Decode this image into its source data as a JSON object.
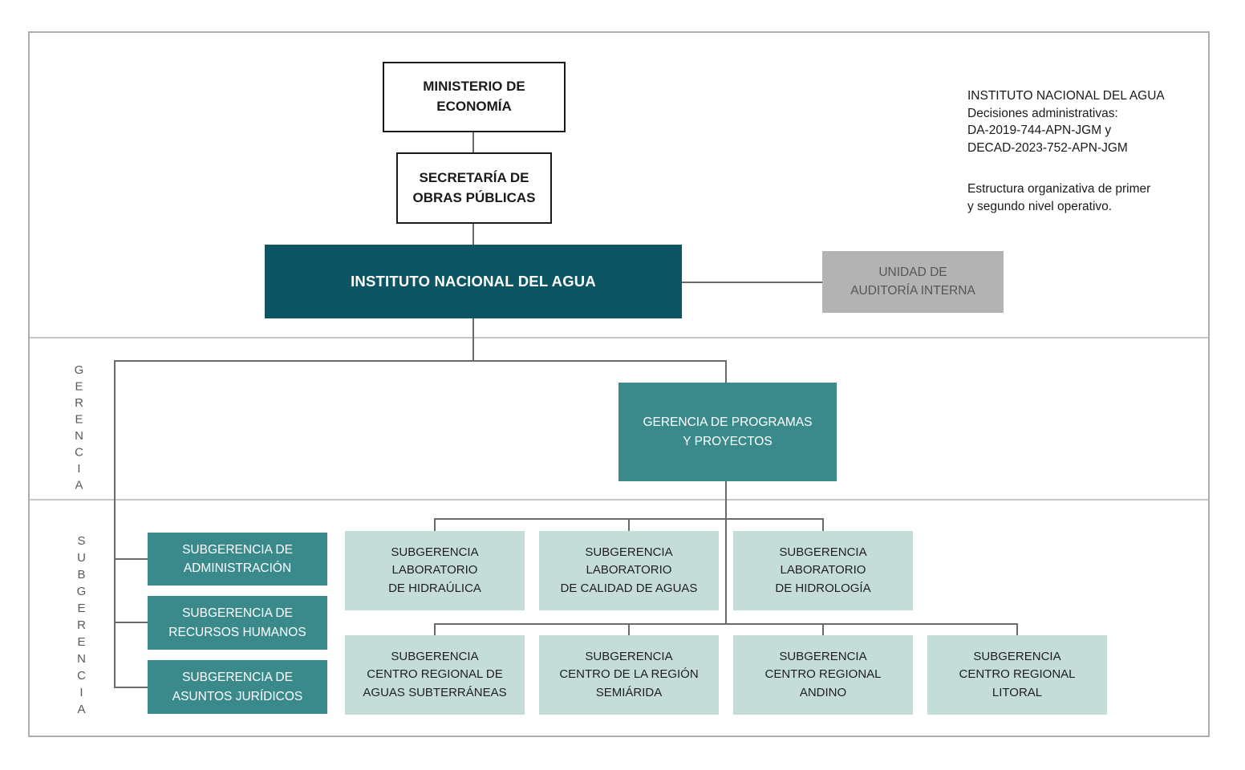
{
  "annotation": {
    "paragraph1": "INSTITUTO NACIONAL DEL AGUA\nDecisiones administrativas:\nDA-2019-744-APN-JGM y\nDECAD-2023-752-APN-JGM",
    "paragraph2": "Estructura organizativa de primer\ny segundo nivel operativo."
  },
  "band_labels": {
    "gerencia": "GERENCIA",
    "subgerencia": "SUBGERENCIA"
  },
  "nodes": {
    "ministerio": "MINISTERIO DE\nECONOMÍA",
    "secretaria": "SECRETARÍA DE\nOBRAS PÚBLICAS",
    "ina": "INSTITUTO NACIONAL DEL AGUA",
    "auditoria": "UNIDAD DE\nAUDITORÍA INTERNA",
    "gerencia_programas": "GERENCIA DE PROGRAMAS\nY PROYECTOS",
    "sub_administracion": "SUBGERENCIA DE\nADMINISTRACIÓN",
    "sub_recursos_humanos": "SUBGERENCIA DE\nRECURSOS HUMANOS",
    "sub_asuntos_juridicos": "SUBGERENCIA DE\nASUNTOS JURÍDICOS",
    "lab_hidraulica": "SUBGERENCIA\nLABORATORIO\nDE HIDRAÚLICA",
    "lab_calidad_aguas": "SUBGERENCIA\nLABORATORIO\nDE CALIDAD DE AGUAS",
    "lab_hidrologia": "SUBGERENCIA\nLABORATORIO\nDE HIDROLOGÍA",
    "centro_aguas_subterraneas": "SUBGERENCIA\nCENTRO REGIONAL DE\nAGUAS SUBTERRÁNEAS",
    "centro_region_semiarida": "SUBGERENCIA\nCENTRO DE LA REGIÓN\nSEMIÁRIDA",
    "centro_regional_andino": "SUBGERENCIA\nCENTRO REGIONAL\nANDINO",
    "centro_regional_litoral": "SUBGERENCIA\nCENTRO REGIONAL\nLITORAL"
  },
  "colors": {
    "dark_teal": "#0E5564",
    "medium_teal": "#3A8A8C",
    "light_teal": "#C4DDD9",
    "gray_box": "#B3B3B3",
    "connector": "#6A6A6A",
    "frame_border": "#ADADAD"
  }
}
